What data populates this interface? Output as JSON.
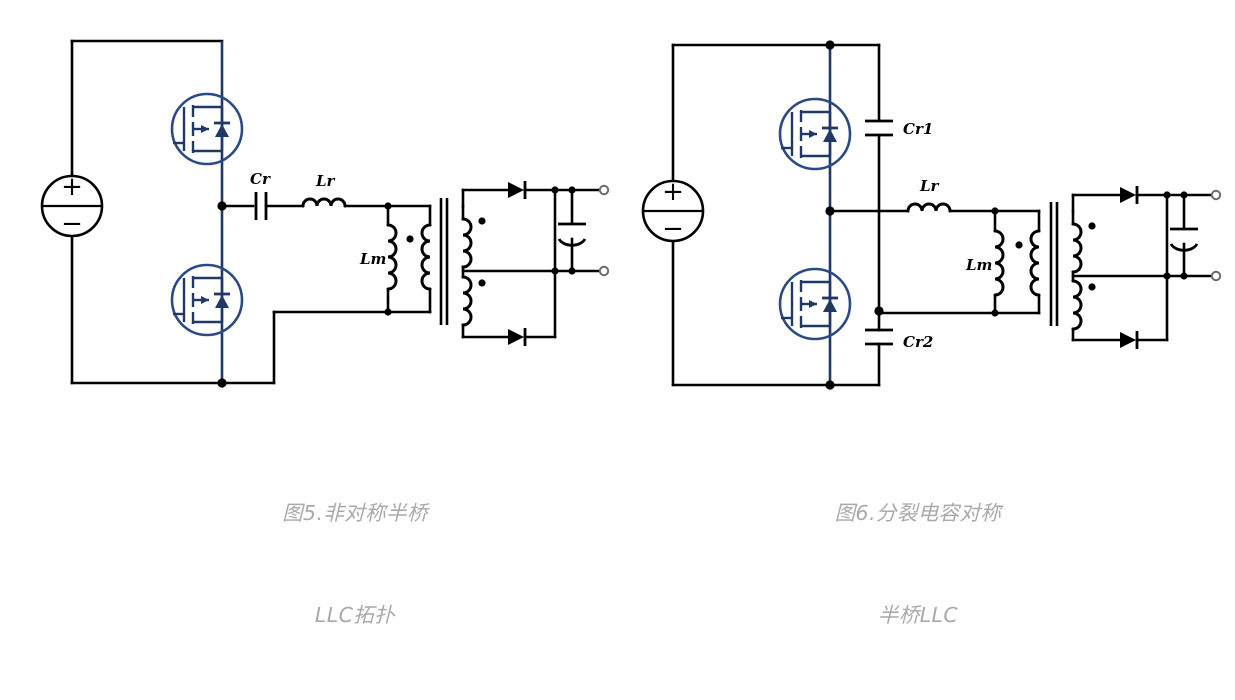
{
  "figure": {
    "background_color": "#ffffff",
    "wire_color": "#000000",
    "switch_color": "#1f3864",
    "caption_color": "#a9a9ad"
  },
  "panels": [
    {
      "id": "asymmetric-half-bridge",
      "caption_lines": [
        "图5.非对称半桥",
        "LLC拓扑"
      ],
      "source": {
        "plus": "+",
        "minus": "−"
      },
      "components": [
        {
          "name": "mosfet-high-side",
          "label": ""
        },
        {
          "name": "mosfet-low-side",
          "label": ""
        },
        {
          "name": "resonant-capacitor",
          "label": "Cr"
        },
        {
          "name": "resonant-inductor",
          "label": "Lr"
        },
        {
          "name": "magnetizing-inductor",
          "label": "Lm"
        },
        {
          "name": "transformer",
          "label": ""
        },
        {
          "name": "rectifier-diode-top",
          "label": ""
        },
        {
          "name": "rectifier-diode-bottom",
          "label": ""
        },
        {
          "name": "output-capacitor",
          "label": ""
        },
        {
          "name": "output-terminal-positive",
          "label": ""
        },
        {
          "name": "output-terminal-negative",
          "label": ""
        }
      ],
      "labels": {
        "cr": "Cr",
        "lr": "Lr",
        "lm": "Lm"
      }
    },
    {
      "id": "split-capacitor-symmetric-half-bridge",
      "caption_lines": [
        "图6.分裂电容对称",
        "半桥LLC"
      ],
      "source": {
        "plus": "+",
        "minus": "−"
      },
      "components": [
        {
          "name": "mosfet-high-side",
          "label": ""
        },
        {
          "name": "mosfet-low-side",
          "label": ""
        },
        {
          "name": "resonant-capacitor-upper",
          "label": "Cr1"
        },
        {
          "name": "resonant-capacitor-lower",
          "label": "Cr2"
        },
        {
          "name": "resonant-inductor",
          "label": "Lr"
        },
        {
          "name": "magnetizing-inductor",
          "label": "Lm"
        },
        {
          "name": "transformer",
          "label": ""
        },
        {
          "name": "rectifier-diode-top",
          "label": ""
        },
        {
          "name": "rectifier-diode-bottom",
          "label": ""
        },
        {
          "name": "output-capacitor",
          "label": ""
        },
        {
          "name": "output-terminal-positive",
          "label": ""
        },
        {
          "name": "output-terminal-negative",
          "label": ""
        }
      ],
      "labels": {
        "cr1": "Cr1",
        "cr2": "Cr2",
        "lr": "Lr",
        "lm": "Lm"
      }
    }
  ]
}
